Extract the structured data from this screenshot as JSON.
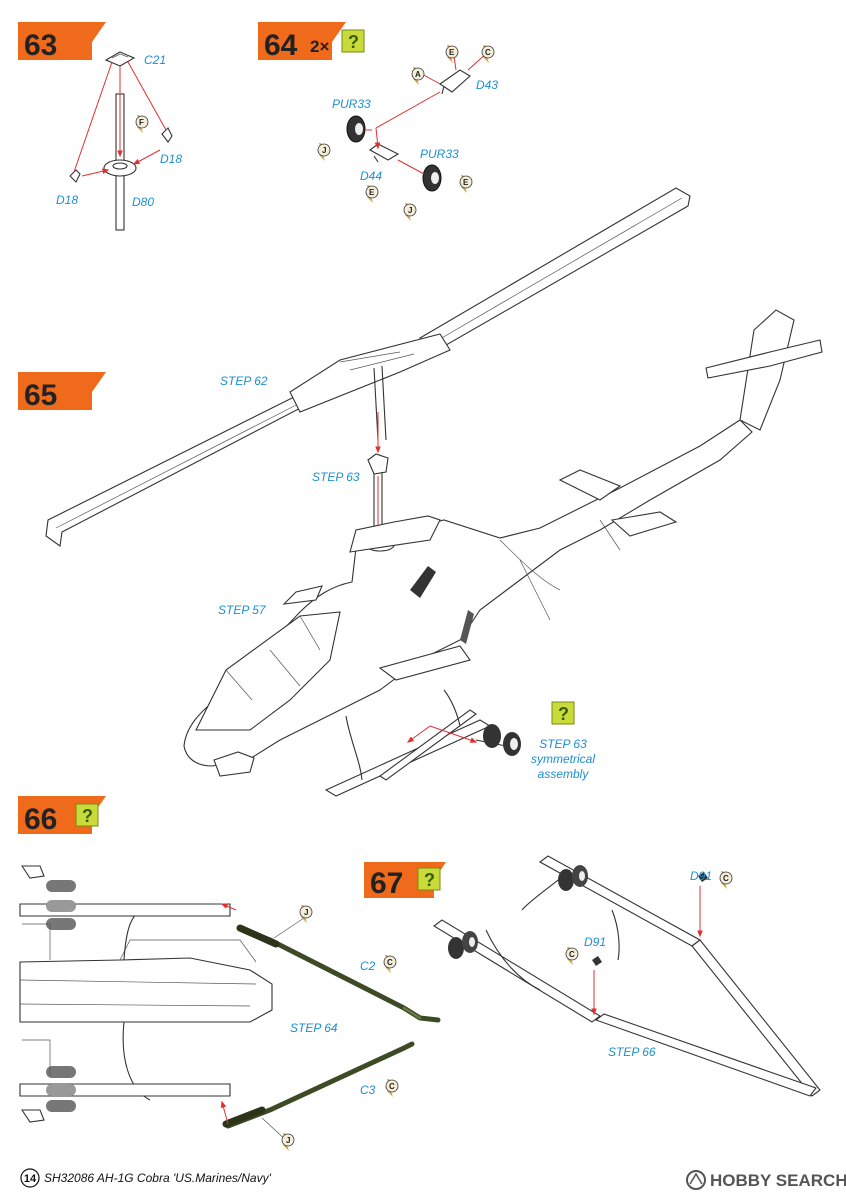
{
  "steps": [
    {
      "number": "63",
      "parts": [
        "C21",
        "F",
        "D18",
        "D18",
        "D80"
      ]
    },
    {
      "number": "64",
      "multiplier": "2×",
      "optional": true,
      "parts": [
        "E",
        "C",
        "A",
        "D43",
        "PUR33",
        "J",
        "D44",
        "E",
        "PUR33",
        "E",
        "J"
      ]
    },
    {
      "number": "65",
      "labels": [
        "STEP 62",
        "STEP 63",
        "STEP 57"
      ],
      "note": {
        "line1": "STEP 63",
        "line2": "symmetrical",
        "line3": "assembly"
      }
    },
    {
      "number": "66",
      "optional": true,
      "labels": [
        "STEP 64",
        "C2",
        "C3"
      ],
      "parts": [
        "J",
        "C",
        "C",
        "J"
      ]
    },
    {
      "number": "67",
      "optional": true,
      "labels": [
        "D91",
        "C",
        "D91",
        "STEP 66"
      ],
      "parts": [
        "C",
        "C"
      ]
    }
  ],
  "optional_icon": "?",
  "footer": {
    "page": "14",
    "product": "SH32086 AH-1G Cobra 'US.Marines/Navy'"
  },
  "watermark": "HOBBY SEARCH",
  "colors": {
    "tab": "#f06a1c",
    "label": "#1d8fd0",
    "optional": "#c9da3b",
    "pointer": "#e03030",
    "rod": "#3d4a26"
  }
}
